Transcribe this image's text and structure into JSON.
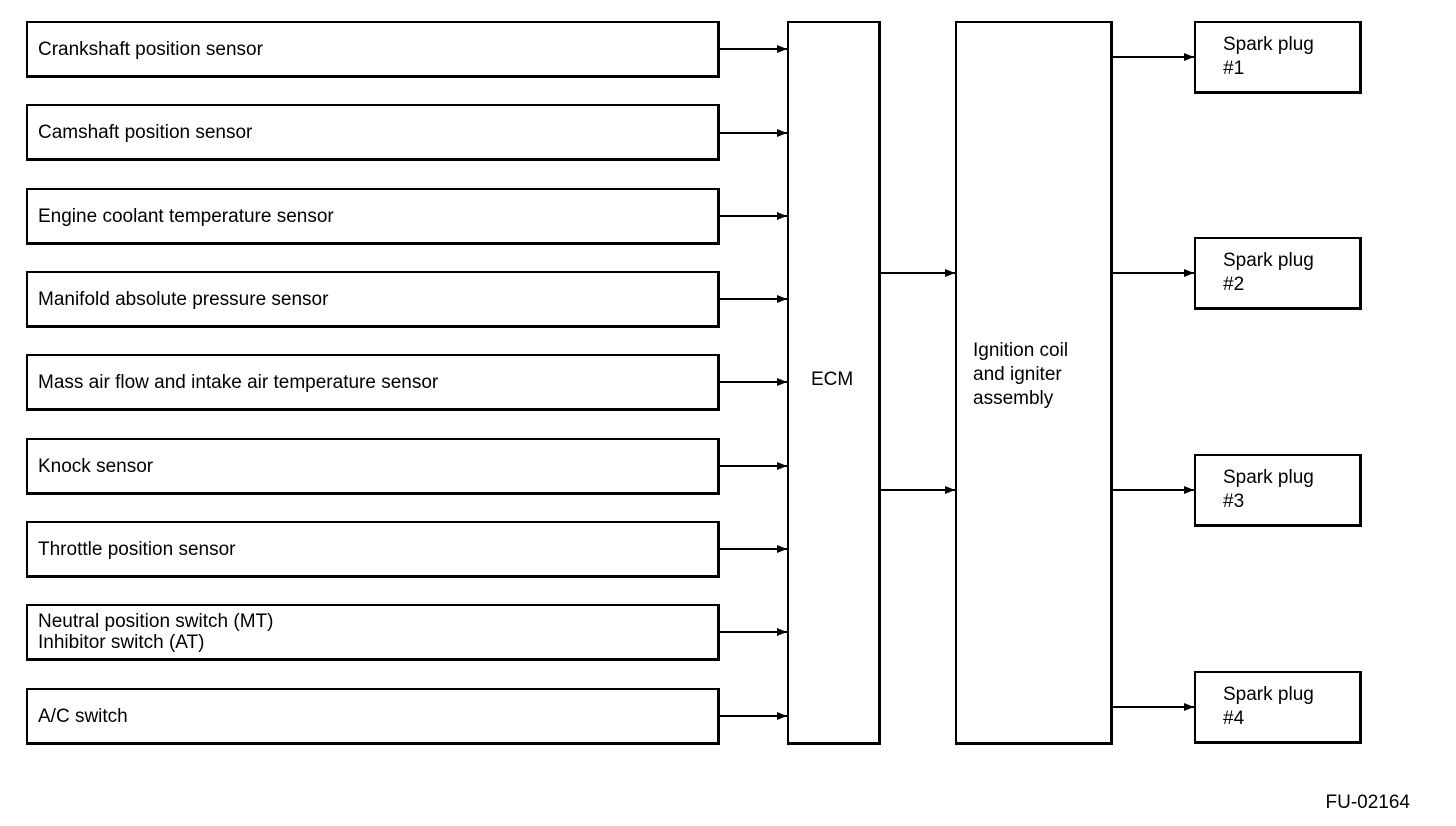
{
  "inputs": [
    {
      "label": "Crankshaft position sensor"
    },
    {
      "label": "Camshaft position sensor"
    },
    {
      "label": "Engine coolant temperature sensor"
    },
    {
      "label": "Manifold absolute pressure sensor"
    },
    {
      "label": "Mass air flow and intake air temperature sensor"
    },
    {
      "label": "Knock sensor"
    },
    {
      "label": "Throttle position sensor"
    },
    {
      "label": "Neutral position switch (MT)\nInhibitor switch (AT)"
    },
    {
      "label": "A/C switch"
    }
  ],
  "ecm": {
    "label": "ECM"
  },
  "igniter": {
    "label": "Ignition coil\nand igniter\nassembly"
  },
  "outputs": [
    {
      "label": "Spark plug\n#1"
    },
    {
      "label": "Spark plug\n#2"
    },
    {
      "label": "Spark plug\n#3"
    },
    {
      "label": "Spark plug\n#4"
    }
  ],
  "figure_code": "FU-02164"
}
